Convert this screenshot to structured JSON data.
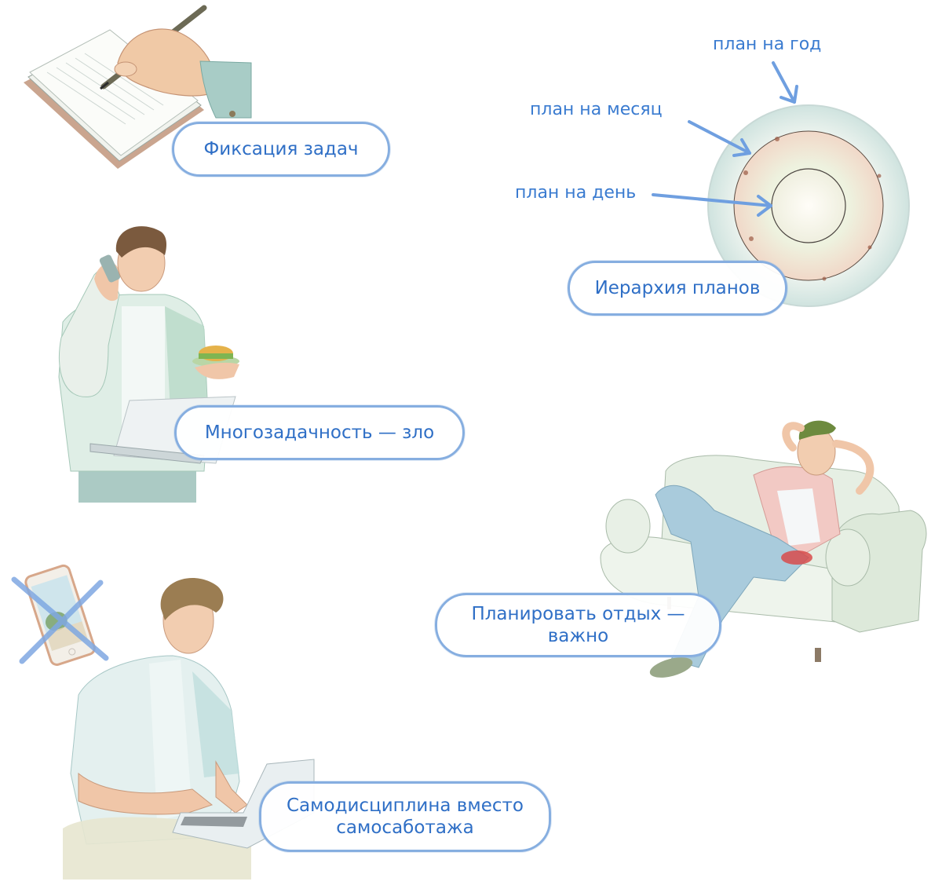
{
  "labels": {
    "task_fixation": "Фиксация задач",
    "plan_hierarchy": "Иерархия планов",
    "multitasking": "Многозадачность — зло",
    "plan_rest_line1": "Планировать отдых —",
    "plan_rest_line2": "важно",
    "self_discipline_line1": "Самодисциплина вместо",
    "self_discipline_line2": "самосаботажа"
  },
  "hierarchy_callouts": {
    "year": "план на год",
    "month": "план на месяц",
    "day": "план на день"
  },
  "illustrations": [
    "hand-writing-in-notebook",
    "man-on-phone-with-burger-and-laptop",
    "concentric-plan-rings",
    "man-relaxing-on-sofa",
    "crossed-out-smartphone",
    "man-typing-on-laptop"
  ],
  "colors": {
    "label_text": "#2f6fc6",
    "label_border": "#86aee0",
    "arrow": "#6f9fe0",
    "background": "#ffffff"
  }
}
